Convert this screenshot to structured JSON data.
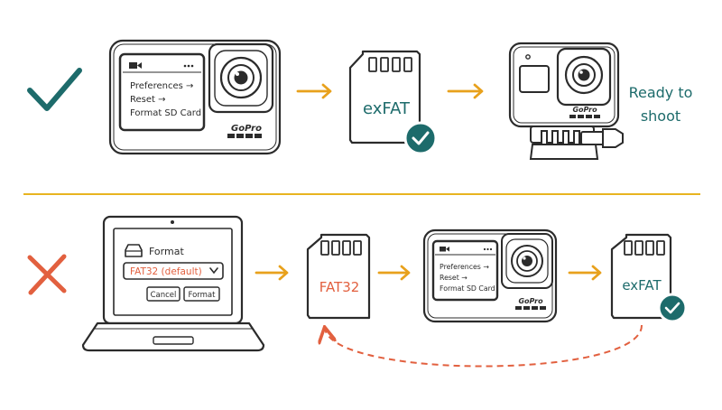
{
  "colors": {
    "ink": "#2b2b2b",
    "teal": "#1d6b6b",
    "orange": "#e8a11c",
    "red": "#e2603f",
    "divider": "#e8b420",
    "paper": "#ffffff"
  },
  "correct_flow": {
    "status_icon": "checkmark-icon",
    "camera": {
      "brand": "GoPro",
      "menu_items": [
        "Preferences →",
        "Reset →",
        "Format SD Card"
      ]
    },
    "card": {
      "label": "exFAT",
      "badge_icon": "check-badge-icon"
    },
    "result": {
      "line1": "Ready to",
      "line2": "shoot"
    }
  },
  "wrong_flow": {
    "status_icon": "cross-icon",
    "laptop": {
      "dialog_title": "Format",
      "select_value": "FAT32 (default)",
      "cancel_label": "Cancel",
      "format_label": "Format"
    },
    "card_wrong": {
      "label": "FAT32"
    },
    "camera": {
      "brand": "GoPro",
      "menu_items": [
        "Preferences →",
        "Reset →",
        "Format SD Card"
      ]
    },
    "card_fixed": {
      "label": "exFAT",
      "badge_icon": "check-badge-icon"
    }
  }
}
